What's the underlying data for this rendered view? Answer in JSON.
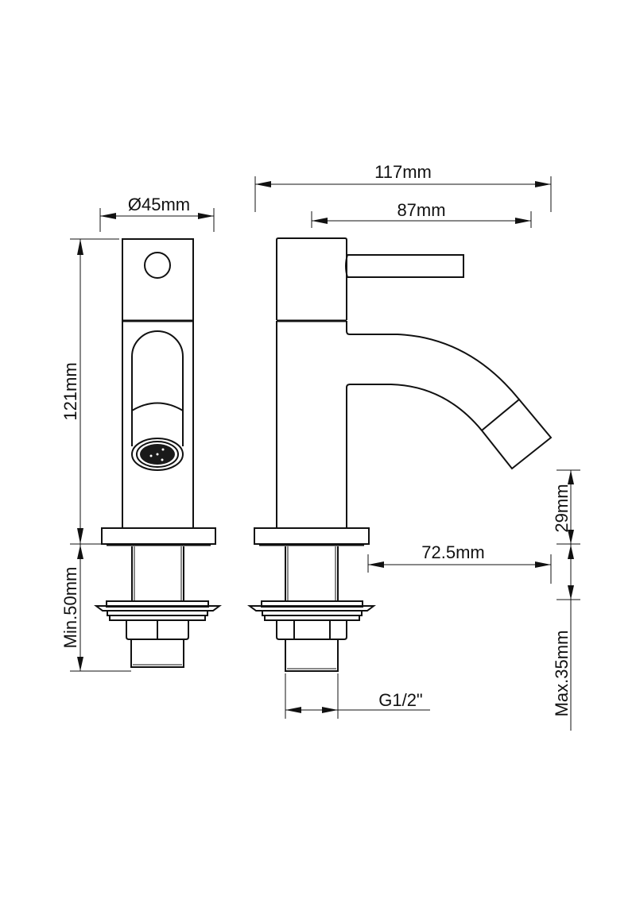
{
  "drawing": {
    "title": "Basin tap technical dimension drawing",
    "views": [
      "front-view",
      "side-view"
    ],
    "dimensions": {
      "body_diameter": "Ø45mm",
      "overall_length": "117mm",
      "handle_reach": "87mm",
      "height": "121mm",
      "shank_min": "Min.50mm",
      "spout_clearance": "29mm",
      "spout_projection": "72.5mm",
      "countertop_max": "Max.35mm",
      "thread_size": "G1/2\""
    },
    "colors": {
      "line": "#111111",
      "background": "#ffffff"
    }
  }
}
